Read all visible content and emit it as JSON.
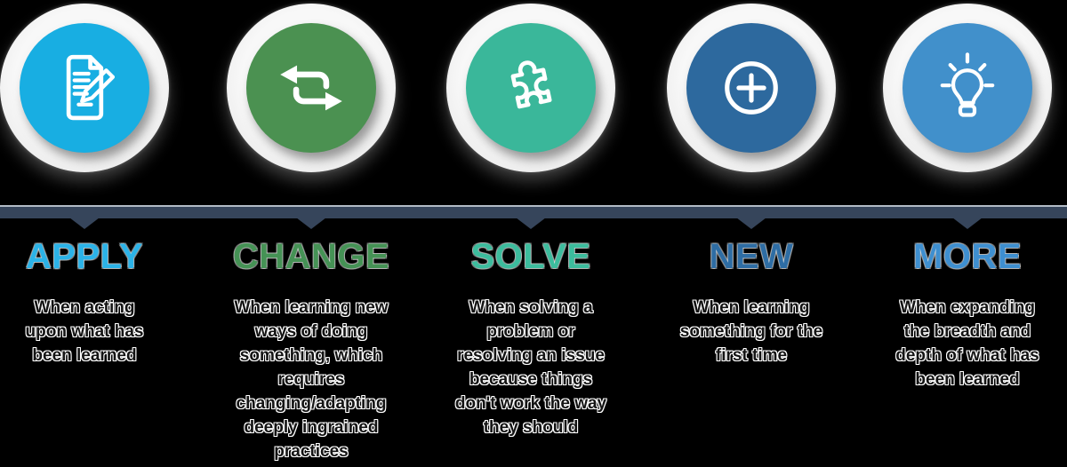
{
  "page": {
    "background": "#000000",
    "description_text_color": "#141414",
    "halo_color": "#FFFFFF",
    "icon_color": "#FFFFFF"
  },
  "timeline": {
    "bar_color": "#36455B",
    "bar_highlight": "#B3BCC7",
    "pointer_color": "#36455B"
  },
  "items": [
    {
      "id": "apply",
      "label": "APPLY",
      "label_color": "#2BB3E8",
      "circle_color": "#18AEE2",
      "icon": "document-pencil-icon",
      "description": "When acting\nupon what has\nbeen learned"
    },
    {
      "id": "change",
      "label": "CHANGE",
      "label_color": "#459255",
      "circle_color": "#4B9151",
      "icon": "swap-arrows-icon",
      "description": "When learning new\nways of doing\nsomething, which\nrequires\nchanging/adapting\ndeeply ingrained\npractices"
    },
    {
      "id": "solve",
      "label": "SOLVE",
      "label_color": "#3CBC9D",
      "circle_color": "#3AB79A",
      "icon": "puzzle-piece-icon",
      "description": "When solving a\nproblem or\nresolving an issue\nbecause things\ndon't work the way\nthey should"
    },
    {
      "id": "new",
      "label": "NEW",
      "label_color": "#2E6DA4",
      "circle_color": "#2D699E",
      "icon": "plus-circle-icon",
      "description": "When learning\nsomething for the\nfirst time"
    },
    {
      "id": "more",
      "label": "MORE",
      "label_color": "#3E8FD0",
      "circle_color": "#4190CB",
      "icon": "lightbulb-icon",
      "description": "When expanding\nthe breadth and\ndepth of what has\nbeen learned"
    }
  ]
}
